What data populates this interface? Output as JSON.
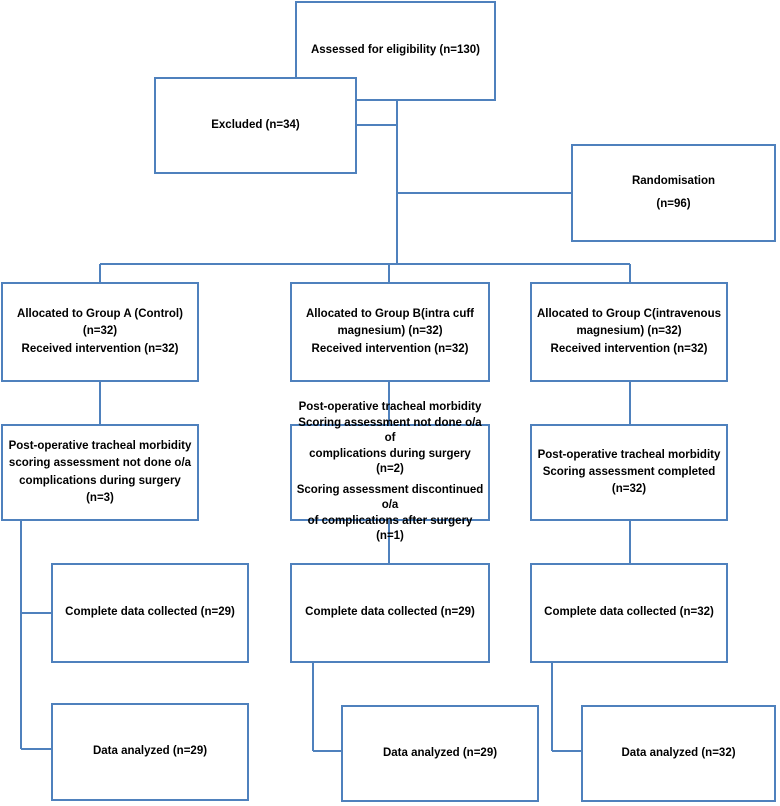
{
  "assessed": {
    "text": "Assessed for eligibility (n=130)"
  },
  "excluded": {
    "text": "Excluded (n=34)"
  },
  "randomisation": {
    "title": "Randomisation",
    "count": "(n=96)"
  },
  "groups": [
    {
      "allocation": [
        "Allocated to Group A (Control) (n=32)",
        "Received intervention (n=32)"
      ],
      "morbidity": [
        "Post-operative tracheal morbidity",
        "scoring assessment not done o/a",
        "complications during surgery (n=3)"
      ],
      "collected": "Complete data collected (n=29)",
      "analyzed": "Data analyzed (n=29)"
    },
    {
      "allocation": [
        "Allocated to Group B(intra cuff",
        "magnesium) (n=32)",
        "Received intervention (n=32)"
      ],
      "morbidity": [
        "Post-operative tracheal morbidity",
        "Scoring  assessment not done o/a of",
        "complications during surgery (n=2)",
        "Scoring assessment discontinued o/a",
        "of complications after surgery (n=1)"
      ],
      "collected": "Complete data collected (n=29)",
      "analyzed": "Data analyzed (n=29)"
    },
    {
      "allocation": [
        "Allocated to Group C(intravenous",
        "magnesium) (n=32)",
        "Received intervention (n=32)"
      ],
      "morbidity": [
        "Post-operative tracheal morbidity",
        "Scoring assessment completed (n=32)"
      ],
      "collected": "Complete data collected (n=32)",
      "analyzed": "Data analyzed (n=32)"
    }
  ],
  "colors": {
    "border": "#4f81bd",
    "text": "#000000",
    "background": "#ffffff"
  }
}
